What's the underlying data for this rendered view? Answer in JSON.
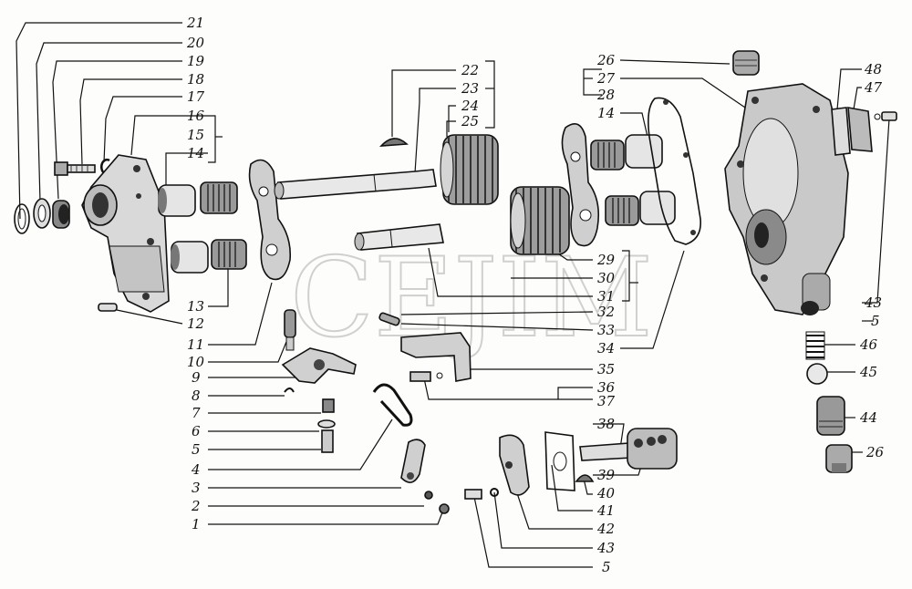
{
  "diagram": {
    "watermark": "CEJIM",
    "label_color": "#111111",
    "part_numbers": {
      "l1": "1",
      "l2": "2",
      "l3": "3",
      "l4": "4",
      "l5a": "5",
      "l6": "6",
      "l7": "7",
      "l8": "8",
      "l9": "9",
      "l10": "10",
      "l11": "11",
      "l12": "12",
      "l13": "13",
      "l14a": "14",
      "l15": "15",
      "l16": "16",
      "l17": "17",
      "l18": "18",
      "l19": "19",
      "l20": "20",
      "l21": "21",
      "l22": "22",
      "l23": "23",
      "l24": "24",
      "l25": "25",
      "l26a": "26",
      "l27": "27",
      "l28": "28",
      "l14b": "14",
      "l29": "29",
      "l30": "30",
      "l31": "31",
      "l32": "32",
      "l33": "33",
      "l34": "34",
      "l35": "35",
      "l36": "36",
      "l37": "37",
      "l38": "38",
      "l39": "39",
      "l40": "40",
      "l41": "41",
      "l42": "42",
      "l43a": "43",
      "l5b": "5",
      "l48": "48",
      "l47": "47",
      "l43b": "43",
      "l5c": "5",
      "l46": "46",
      "l45": "45",
      "l44": "44",
      "l26b": "26"
    }
  }
}
